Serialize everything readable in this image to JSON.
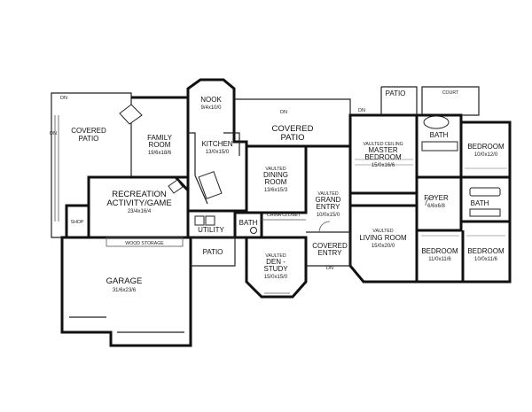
{
  "rooms": {
    "court": {
      "name": "COURT"
    },
    "patio_top": {
      "name": "PATIO"
    },
    "nook": {
      "name": "NOOK",
      "size": "9/4x10/0"
    },
    "covered_patio_left": {
      "name1": "COVERED",
      "name2": "PATIO"
    },
    "covered_patio_center": {
      "name1": "COVERED",
      "name2": "PATIO"
    },
    "family": {
      "name1": "FAMILY",
      "name2": "ROOM",
      "size": "19/6x18/6"
    },
    "kitchen": {
      "name": "KITCHEN",
      "size": "13/0x15/0"
    },
    "dining": {
      "note": "VAULTED",
      "name1": "DINING",
      "name2": "ROOM",
      "size": "13/6x15/3"
    },
    "master": {
      "note": "VAULTED CEILING",
      "name1": "MASTER",
      "name2": "BEDROOM",
      "size": "15/0x16/6"
    },
    "bath_master": {
      "name": "BATH"
    },
    "bedroom_tr": {
      "name": "BEDROOM",
      "size": "10/0x12/0"
    },
    "foyer": {
      "name": "FOYER",
      "size": "6/6x6/8"
    },
    "bath_right": {
      "name": "BATH"
    },
    "recreation": {
      "name1": "RECREATION",
      "name2": "ACTIVITY/GAME",
      "size": "23/4x16/4"
    },
    "shop": {
      "name": "SHOP"
    },
    "utility": {
      "name": "UTILITY"
    },
    "bath_mid": {
      "name": "BATH"
    },
    "china_closet": {
      "name": "CHINA CLOSET"
    },
    "vaulted_entry": {
      "note": "VAULTED",
      "name1": "GRAND",
      "name2": "ENTRY",
      "size": "10/0x15/0"
    },
    "living": {
      "note": "VAULTED",
      "name1": "LIVING ROOM",
      "size": "15/0x20/0"
    },
    "bedroom_bl": {
      "name": "BEDROOM",
      "size": "11/0x11/6"
    },
    "bedroom_br": {
      "name": "BEDROOM",
      "size": "10/0x11/6"
    },
    "wood_storage": {
      "name": "WOOD STORAGE"
    },
    "patio_bottom": {
      "name": "PATIO"
    },
    "covered_entry": {
      "name1": "COVERED",
      "name2": "ENTRY"
    },
    "den": {
      "note": "VAULTED",
      "name1": "DEN -",
      "name2": "STUDY",
      "size": "15/0x15/0"
    },
    "garage": {
      "name": "GARAGE",
      "size": "31/6x23/6"
    }
  },
  "annotations": {
    "dn": "DN"
  }
}
